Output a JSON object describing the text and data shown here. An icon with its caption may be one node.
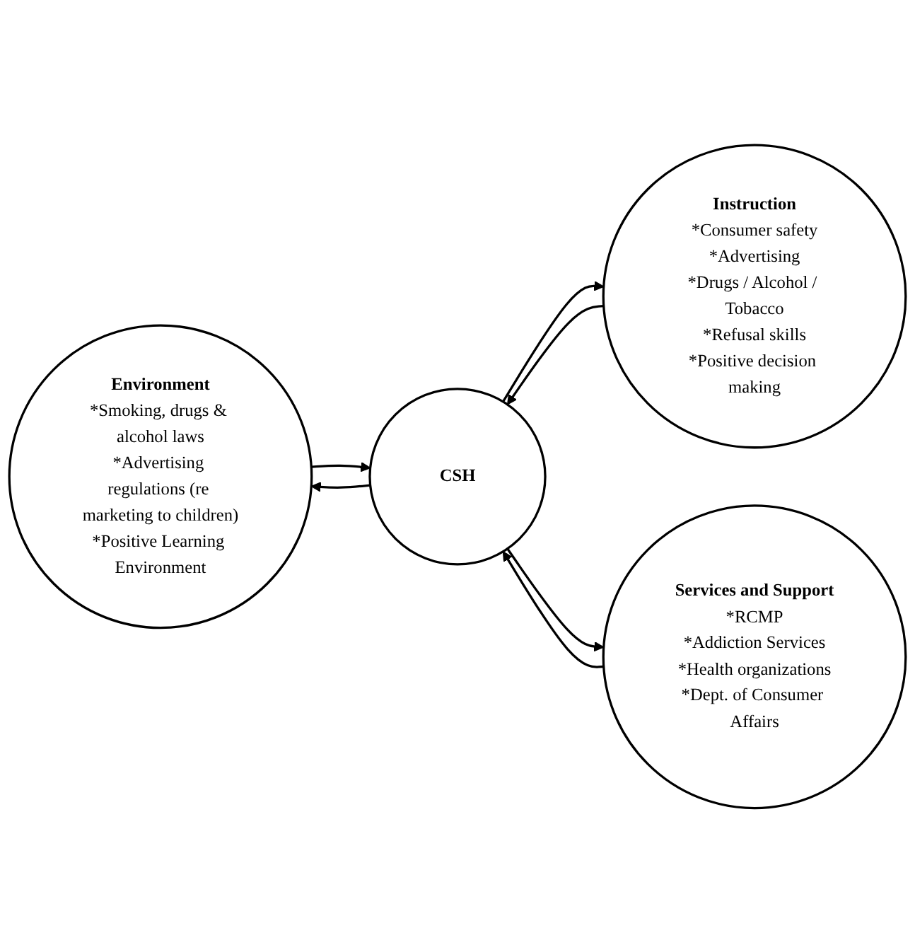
{
  "diagram": {
    "nodes": [
      {
        "text": [
          "Environment",
          "*Smoking, drugs & alcohol laws",
          "*Advertising regulations (re marketing to children)",
          "*Positive Learning Environment"
        ]
      },
      {
        "text": [
          "CSH"
        ]
      },
      {
        "text": [
          "Instruction",
          "*Consumer safety",
          "*Advertising",
          "*Drugs / Alcohol / Tobacco",
          "*Refusal skills",
          "*Positive decision making"
        ]
      },
      {
        "text": [
          "Services and Support",
          "*RCMP",
          "*Addiction Services",
          "*Health organizations",
          "*Dept. of Consumer Affairs"
        ]
      }
    ],
    "edges": [
      {
        "from": 0,
        "to": 1,
        "arrow": "to"
      },
      {
        "from": 1,
        "to": 0,
        "arrow": "to"
      },
      {
        "from": 1,
        "to": 2,
        "arrow": "to"
      },
      {
        "from": 2,
        "to": 1,
        "arrow": "to"
      },
      {
        "from": 3,
        "to": 1,
        "arrow": "to"
      },
      {
        "from": 1,
        "to": 3,
        "arrow": "to"
      }
    ]
  }
}
